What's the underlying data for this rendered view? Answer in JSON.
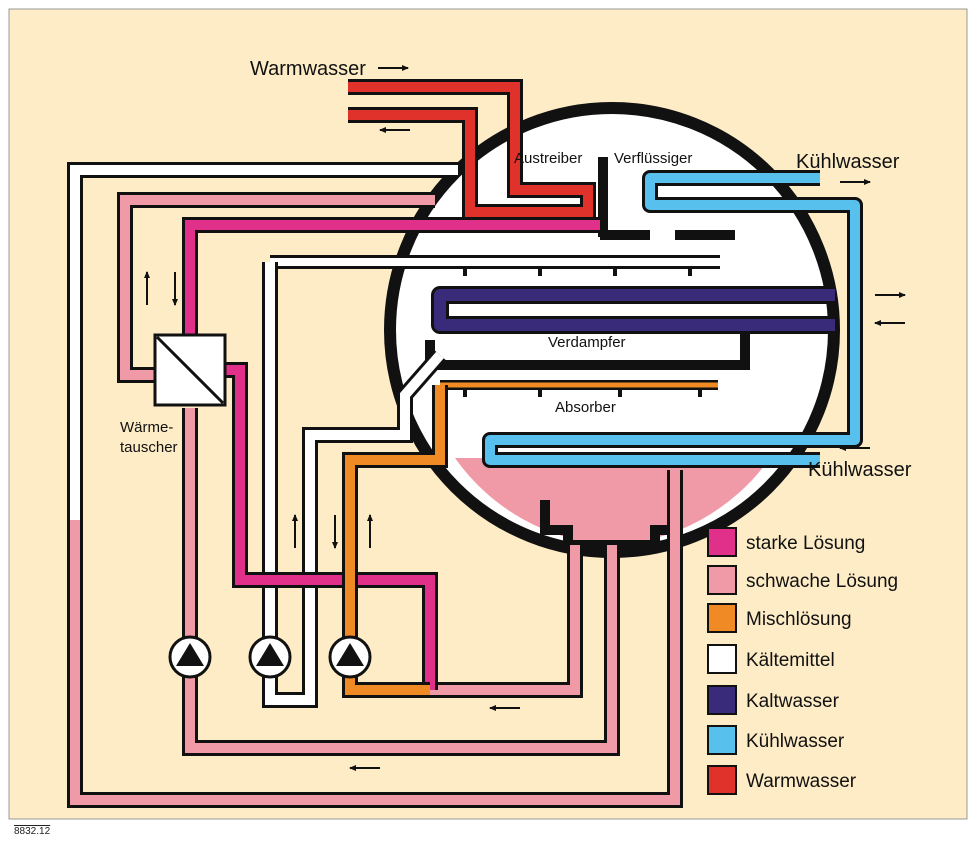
{
  "colors": {
    "background": "#fdecc6",
    "outline": "#111111",
    "starke_loesung": "#e0308a",
    "schwache_loesung": "#f09aa8",
    "mischloesung": "#f08a24",
    "kaeltemittel": "#ffffff",
    "kaltwasser": "#3a2a7a",
    "kuehlwasser": "#58c0ec",
    "warmwasser": "#e0322a"
  },
  "labels": {
    "warmwasser_in": "Warmwasser",
    "austreiber": "Austreiber",
    "verfluessiger": "Verflüssiger",
    "kuehlwasser_out": "Kühlwasser",
    "verdampfer": "Verdampfer",
    "absorber": "Absorber",
    "kuehlwasser_in": "Kühlwasser",
    "waermetauscher_1": "Wärme-",
    "waermetauscher_2": "tauscher"
  },
  "legend": [
    {
      "label": "starke Lösung",
      "color": "#e0308a"
    },
    {
      "label": "schwache Lösung",
      "color": "#f09aa8"
    },
    {
      "label": "Mischlösung",
      "color": "#f08a24"
    },
    {
      "label": "Kältemittel",
      "color": "#ffffff"
    },
    {
      "label": "Kaltwasser",
      "color": "#3a2a7a"
    },
    {
      "label": "Kühlwasser",
      "color": "#58c0ec"
    },
    {
      "label": "Warmwasser",
      "color": "#e0322a"
    }
  ],
  "figure_code": "8832.12"
}
